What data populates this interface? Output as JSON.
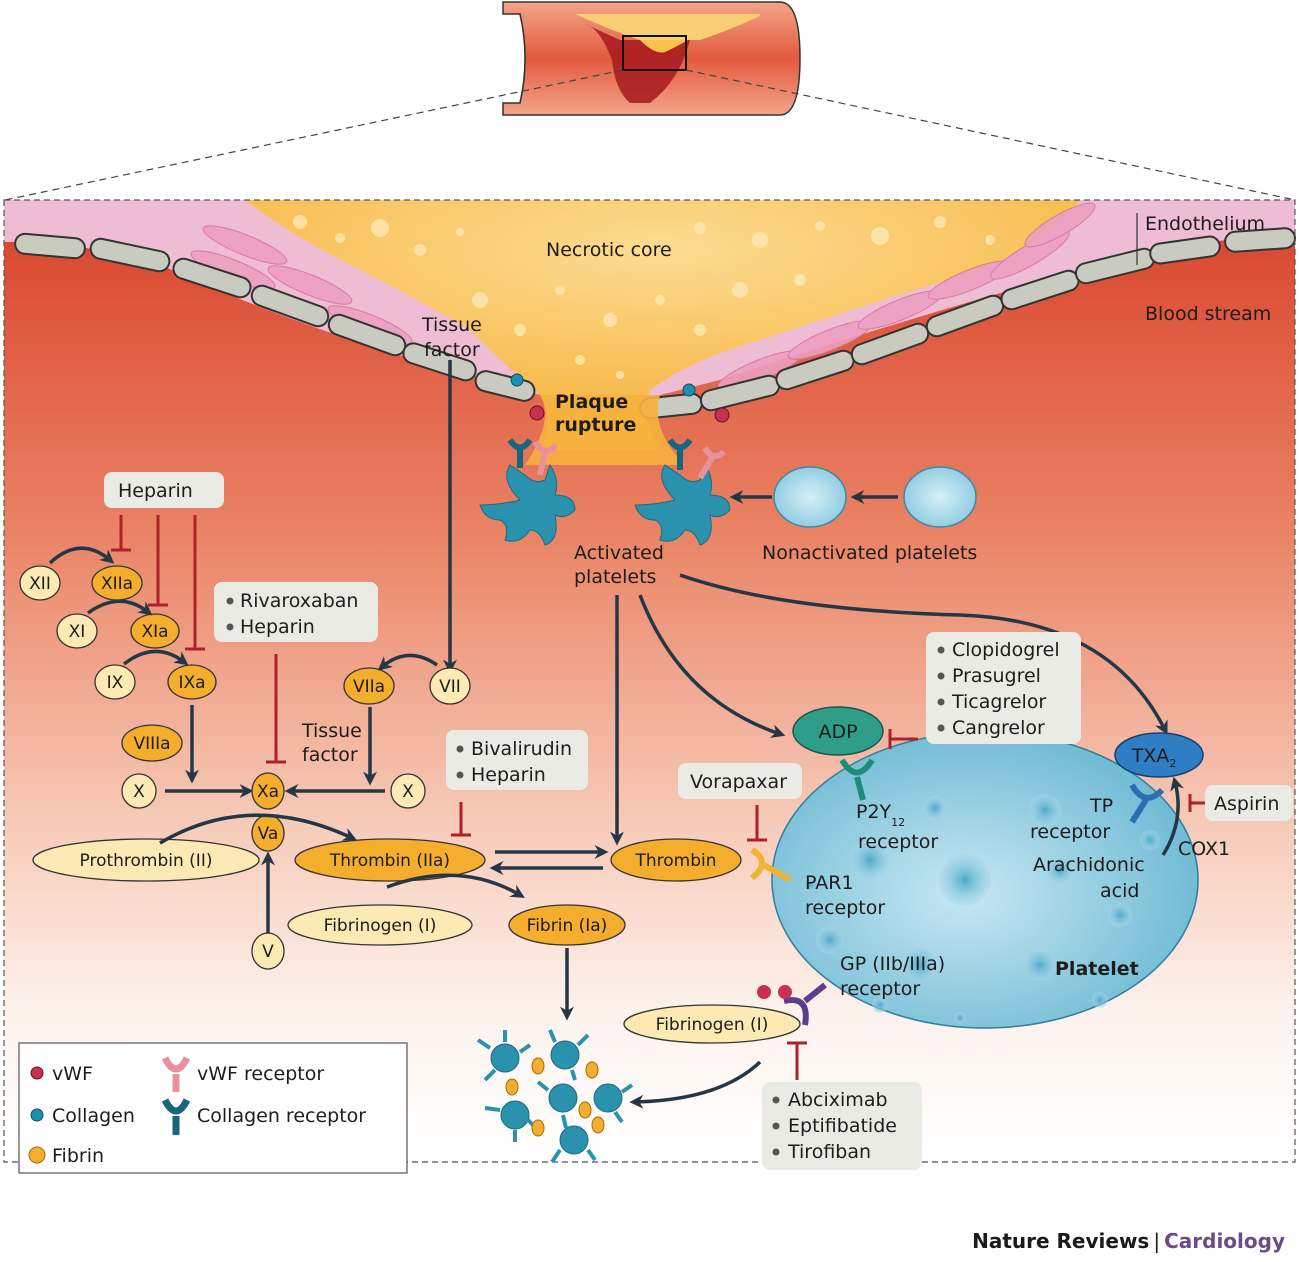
{
  "colors": {
    "blood_top": "#d9432c",
    "blood_bottom": "#fdf4f0",
    "necrotic_core": "#f9c05a",
    "intima_pink": "#efbdd3",
    "endothelial_cell": "#c9cbc0",
    "arrow": "#243746",
    "inhibition": "#b0202b",
    "zymogen_fill": "#fde9b4",
    "active_factor_fill": "#f4ad2c",
    "drug_box": "#ebebe6",
    "platelet": "#7fc4db",
    "adp": "#2f9d8a",
    "txa2": "#2f7ec4",
    "vwf": "#c8304f",
    "collagen": "#1d8fb2",
    "journal_accent": "#6a4c86"
  },
  "header": {
    "vessel_illustration": "Coronary artery with ruptured atherosclerotic plaque"
  },
  "tissue_labels": {
    "endothelium": "Endothelium",
    "necrotic_core": "Necrotic core",
    "blood_stream": "Blood stream",
    "tissue_factor_top": [
      "Tissue",
      "factor"
    ],
    "plaque_rupture": [
      "Plaque",
      "rupture"
    ],
    "activated_platelets": [
      "Activated",
      "platelets"
    ],
    "nonactivated_platelets": "Nonactivated platelets"
  },
  "coagulation": {
    "heparin_top": "Heparin",
    "factors": {
      "XII": "XII",
      "XIIa": "XIIa",
      "XI": "XI",
      "XIa": "XIa",
      "IX": "IX",
      "IXa": "IXa",
      "VII": "VII",
      "VIIa": "VIIa",
      "VIIIa": "VIIIa",
      "X_left": "X",
      "X_right": "X",
      "Xa": "Xa",
      "Va": "Va",
      "V": "V",
      "prothrombin": "Prothrombin (II)",
      "thrombin_iia": "Thrombin (IIa)",
      "fibrinogen": "Fibrinogen (I)",
      "fibrin": "Fibrin (Ia)",
      "thrombin": "Thrombin",
      "fibrinogen_gp": "Fibrinogen (I)"
    },
    "tissue_factor_mid": [
      "Tissue",
      "factor"
    ],
    "drug_boxes": {
      "xa_inhibitors": [
        "Rivaroxaban",
        "Heparin"
      ],
      "thrombin_inhibitors": [
        "Bivalirudin",
        "Heparin"
      ],
      "par1_inhibitor": "Vorapaxar",
      "p2y12_inhibitors": [
        "Clopidogrel",
        "Prasugrel",
        "Ticagrelor",
        "Cangrelor"
      ],
      "cox1_inhibitor": "Aspirin",
      "gp_inhibitors": [
        "Abciximab",
        "Eptifibatide",
        "Tirofiban"
      ]
    }
  },
  "platelet": {
    "title": "Platelet",
    "adp": "ADP",
    "txa2": "TXA",
    "txa2_sub": "2",
    "p2y12": "P2Y",
    "p2y12_sub": "12",
    "p2y12_suffix": "receptor",
    "par1": [
      "PAR1",
      "receptor"
    ],
    "tp": [
      "TP",
      "receptor"
    ],
    "arachidonic": [
      "Arachidonic",
      "acid"
    ],
    "cox1": "COX1",
    "gp": [
      "GP (IIb/IIIa)",
      "receptor"
    ]
  },
  "legend": {
    "items": [
      {
        "label": "vWF",
        "icon": "vwf-dot"
      },
      {
        "label": "vWF receptor",
        "icon": "vwf-receptor"
      },
      {
        "label": "Collagen",
        "icon": "collagen-dot"
      },
      {
        "label": "Collagen receptor",
        "icon": "collagen-receptor"
      },
      {
        "label": "Fibrin",
        "icon": "fibrin-dot"
      }
    ]
  },
  "footer": {
    "publisher": "Nature Reviews",
    "separator": "|",
    "journal": "Cardiology"
  }
}
